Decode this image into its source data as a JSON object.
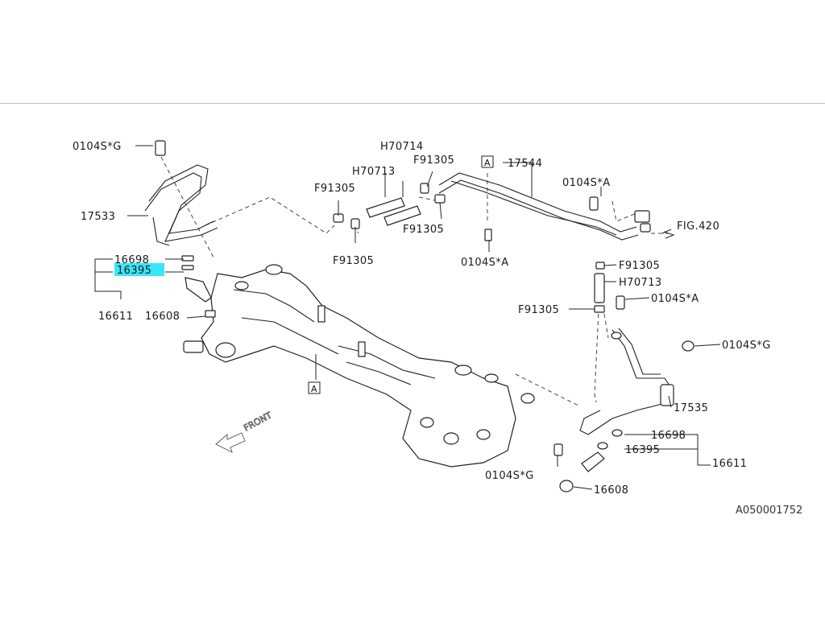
{
  "labels": {
    "l_0104sg_top": "0104S*G",
    "l_h70714": "H70714",
    "l_h70713_top": "H70713",
    "l_f91305_a": "F91305",
    "l_f91305_b": "F91305",
    "l_f91305_c": "F91305",
    "l_f91305_d": "F91305",
    "l_ref_a_top": "A",
    "l_17544": "17544",
    "l_0104sa_top": "0104S*A",
    "l_17533": "17533",
    "l_fig420": "FIG.420",
    "l_16698_left": "16698",
    "l_16395_left": "16395",
    "l_16611_left": "16611",
    "l_16608_left": "16608",
    "l_0104sa_mid": "0104S*A",
    "l_f91305_right1": "F91305",
    "l_h70713_right": "H70713",
    "l_f91305_right2": "F91305",
    "l_0104sa_right": "0104S*A",
    "l_0104sg_right": "0104S*G",
    "l_ref_a_mid": "A",
    "l_17535": "17535",
    "l_front": "FRONT",
    "l_16698_right": "16698",
    "l_16395_right": "16395",
    "l_16611_right": "16611",
    "l_0104sg_bottom": "0104S*G",
    "l_16608_right": "16608",
    "l_code": "A050001752"
  },
  "colors": {
    "highlight": "#38e6f7",
    "line": "#222222",
    "background": "#ffffff",
    "divider": "#bdbdbd"
  },
  "highlighted_part": "16395"
}
